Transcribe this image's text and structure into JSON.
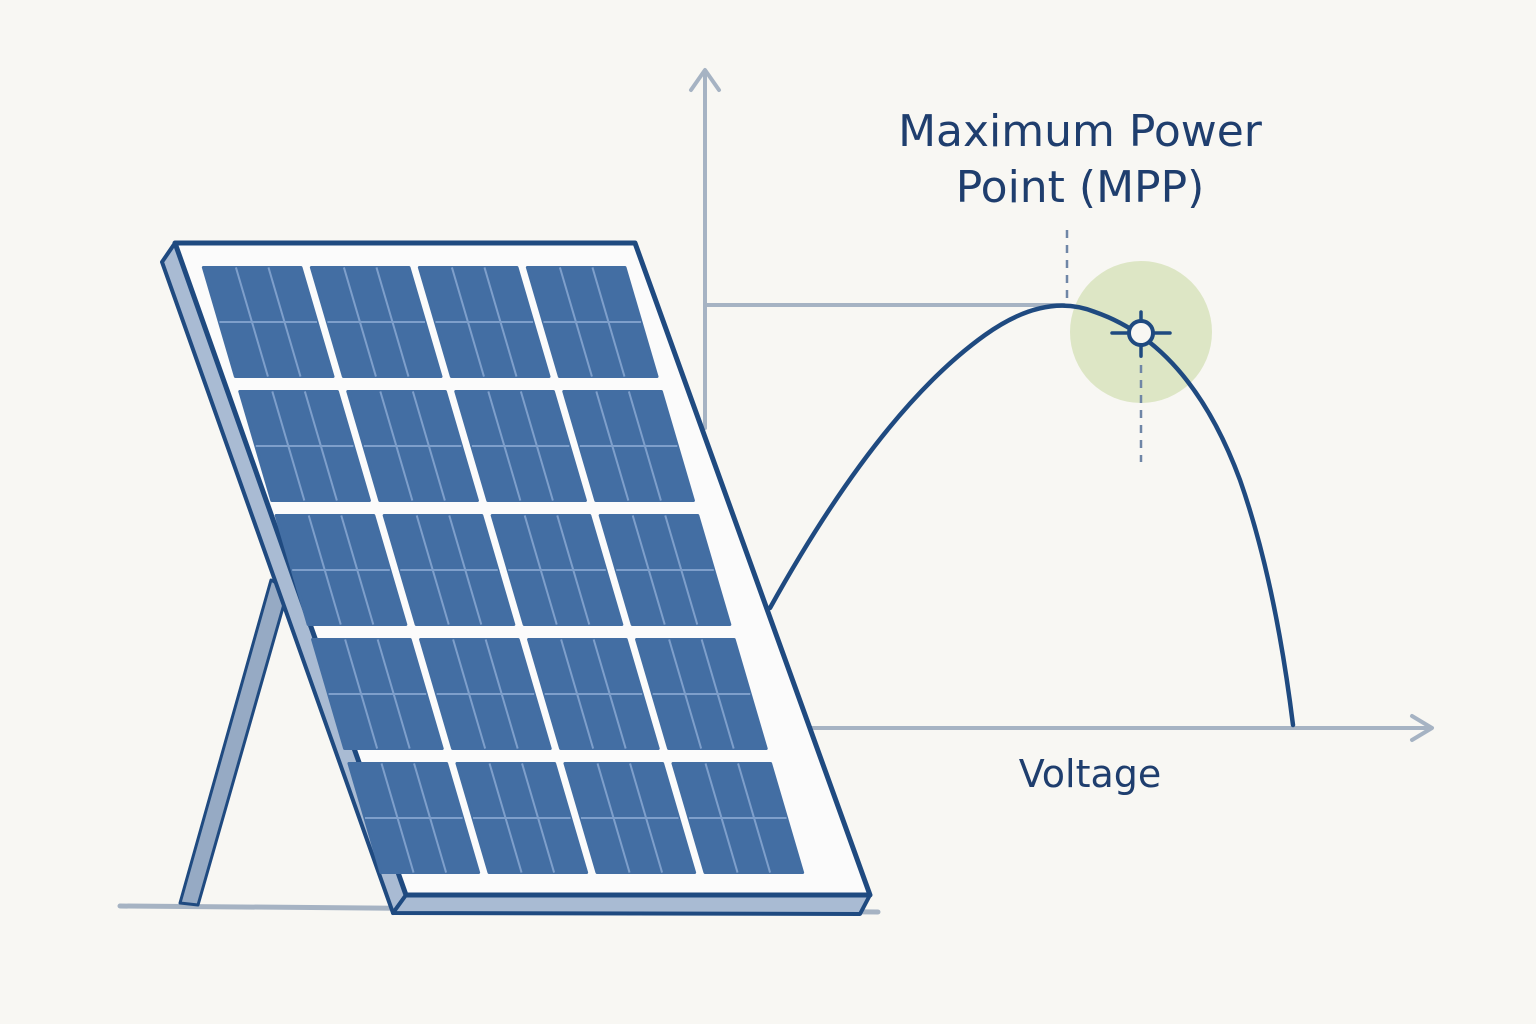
{
  "annotation": {
    "line1": "Maximum Power",
    "line2": "Point (MPP)"
  },
  "axis": {
    "x_label": "Voltage"
  },
  "colors": {
    "background": "#f8f7f3",
    "axis": "#a6b3c3",
    "curve": "#1f4a80",
    "panel_frame": "#1f4a80",
    "panel_cell": "#436ea3",
    "panel_cell_line": "#7e9fcb",
    "mpp_highlight": "#dde6c5",
    "text": "#1f3e6e"
  },
  "icons": {
    "device": "solar-panel-icon",
    "mpp_marker": "crosshair-circle-icon"
  },
  "panel": {
    "cell_rows": 5,
    "cell_columns": 4
  }
}
